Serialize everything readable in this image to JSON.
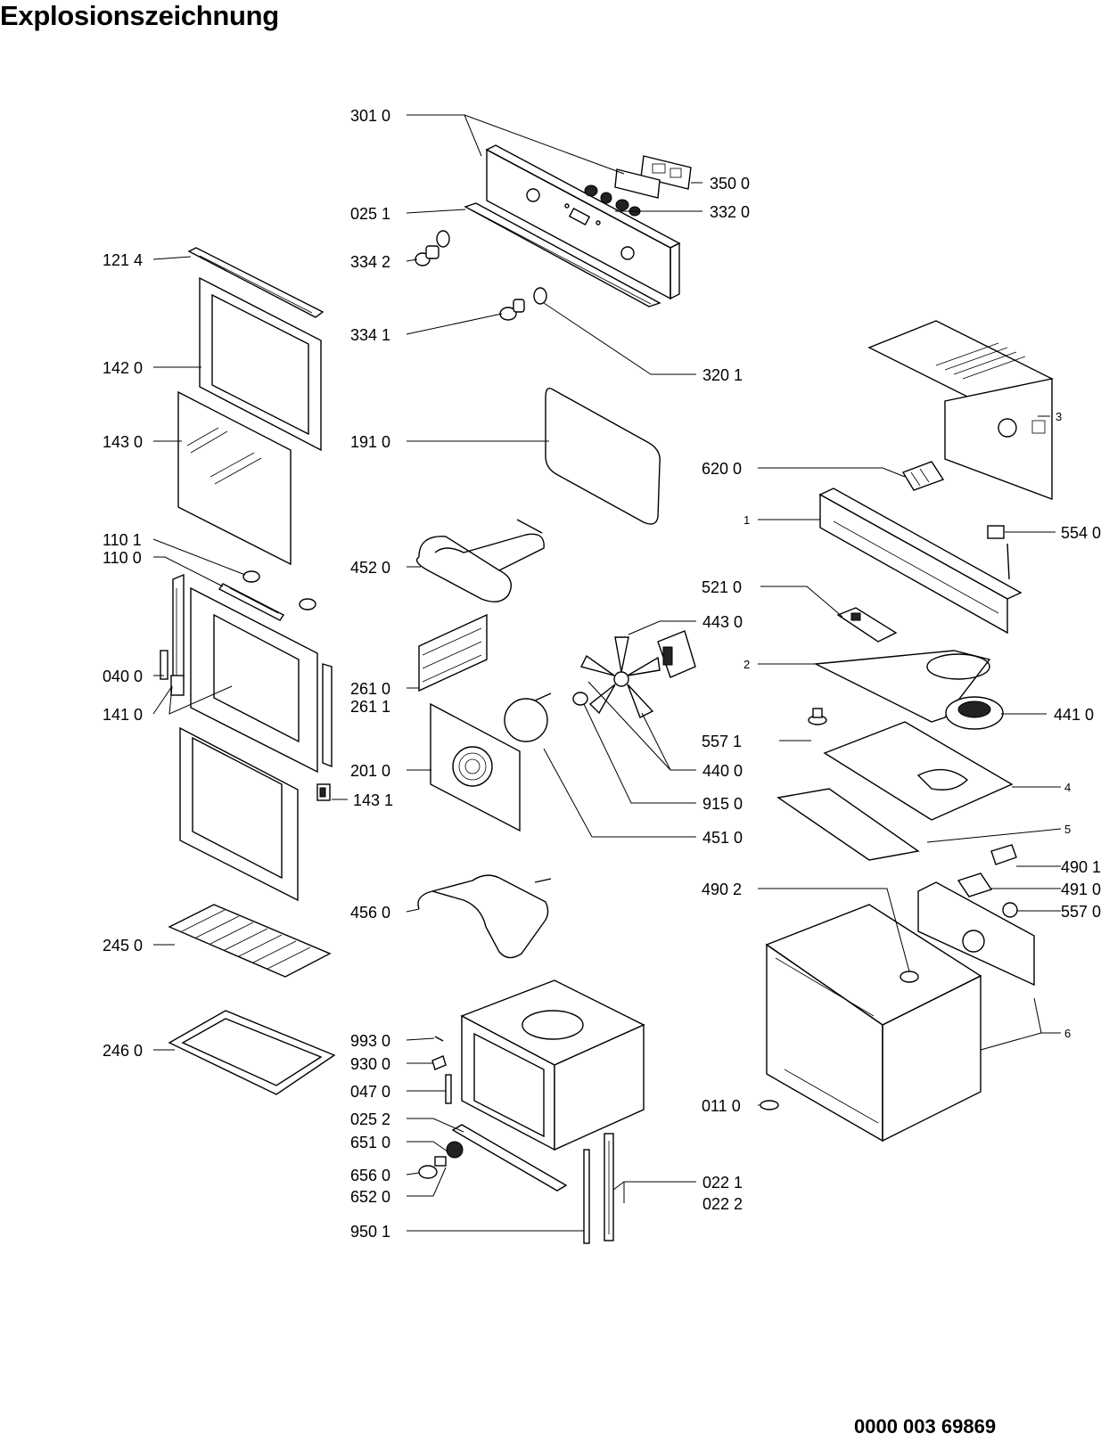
{
  "title": "Explosionszeichnung",
  "document_number": "0000 003 69869",
  "callouts": [
    {
      "id": "c3010",
      "label": "301 0"
    },
    {
      "id": "c3500",
      "label": "350 0"
    },
    {
      "id": "c3320",
      "label": "332 0"
    },
    {
      "id": "c0251",
      "label": "025 1"
    },
    {
      "id": "c1214",
      "label": "121 4"
    },
    {
      "id": "c3342",
      "label": "334 2"
    },
    {
      "id": "c3341",
      "label": "334 1"
    },
    {
      "id": "c3201",
      "label": "320 1"
    },
    {
      "id": "c1420",
      "label": "142 0"
    },
    {
      "id": "c3",
      "label": "3"
    },
    {
      "id": "c1430",
      "label": "143 0"
    },
    {
      "id": "c1910",
      "label": "191 0"
    },
    {
      "id": "c6200",
      "label": "620 0"
    },
    {
      "id": "c1",
      "label": "1"
    },
    {
      "id": "c5540",
      "label": "554 0"
    },
    {
      "id": "c1101",
      "label": "110 1"
    },
    {
      "id": "c1100",
      "label": "110 0"
    },
    {
      "id": "c4520",
      "label": "452 0"
    },
    {
      "id": "c5210",
      "label": "521 0"
    },
    {
      "id": "c4430",
      "label": "443 0"
    },
    {
      "id": "c0400",
      "label": "040 0"
    },
    {
      "id": "c2",
      "label": "2"
    },
    {
      "id": "c2610",
      "label": "261 0"
    },
    {
      "id": "c2611",
      "label": "261 1"
    },
    {
      "id": "c1410",
      "label": "141 0"
    },
    {
      "id": "c4410",
      "label": "441 0"
    },
    {
      "id": "c5571",
      "label": "557 1"
    },
    {
      "id": "c2010",
      "label": "201 0"
    },
    {
      "id": "c4400",
      "label": "440 0"
    },
    {
      "id": "c1431",
      "label": "143 1"
    },
    {
      "id": "c4",
      "label": "4"
    },
    {
      "id": "c9150",
      "label": "915 0"
    },
    {
      "id": "c5",
      "label": "5"
    },
    {
      "id": "c4510",
      "label": "451 0"
    },
    {
      "id": "c4901",
      "label": "490 1"
    },
    {
      "id": "c4902",
      "label": "490 2"
    },
    {
      "id": "c4910",
      "label": "491 0"
    },
    {
      "id": "c4560",
      "label": "456 0"
    },
    {
      "id": "c5570",
      "label": "557 0"
    },
    {
      "id": "c2450",
      "label": "245 0"
    },
    {
      "id": "c6",
      "label": "6"
    },
    {
      "id": "c9930",
      "label": "993 0"
    },
    {
      "id": "c2460",
      "label": "246 0"
    },
    {
      "id": "c9300",
      "label": "930 0"
    },
    {
      "id": "c0470",
      "label": "047 0"
    },
    {
      "id": "c0110",
      "label": "011 0"
    },
    {
      "id": "c0252",
      "label": "025 2"
    },
    {
      "id": "c6510",
      "label": "651 0"
    },
    {
      "id": "c6560",
      "label": "656 0"
    },
    {
      "id": "c0221",
      "label": "022 1"
    },
    {
      "id": "c6520",
      "label": "652 0"
    },
    {
      "id": "c0222",
      "label": "022 2"
    },
    {
      "id": "c9501",
      "label": "950 1"
    }
  ]
}
